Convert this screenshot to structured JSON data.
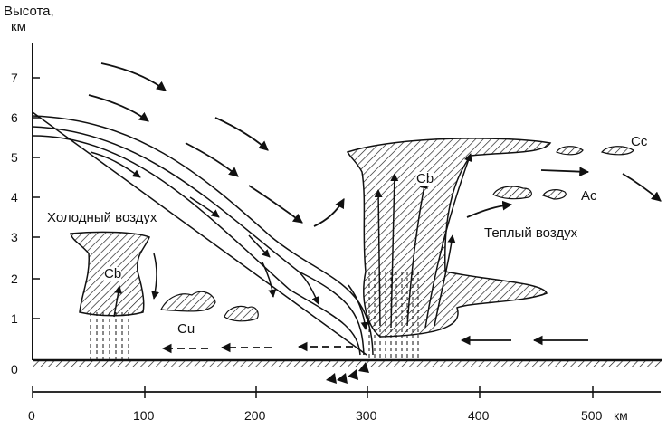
{
  "y_axis": {
    "title": "Высота,",
    "unit": "км",
    "ticks": [
      "0",
      "1",
      "2",
      "3",
      "4",
      "5",
      "6",
      "7"
    ]
  },
  "x_axis": {
    "ticks": [
      "0",
      "100",
      "200",
      "300",
      "400",
      "500"
    ],
    "unit": "км"
  },
  "labels": {
    "cold_air": "Холодный воздух",
    "warm_air": "Теплый воздух",
    "cb_cold": "Cb",
    "cu": "Cu",
    "cb_front": "Cb",
    "ac": "Ac",
    "cc": "Cc"
  },
  "colors": {
    "ink": "#111111",
    "background": "#ffffff"
  }
}
